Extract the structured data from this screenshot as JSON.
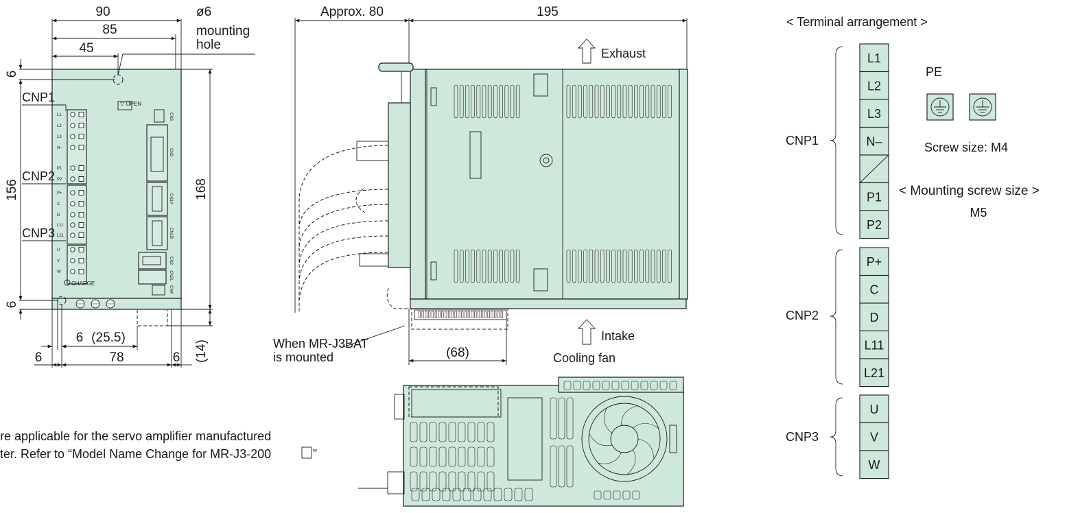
{
  "front_view": {
    "dim_width_90": "90",
    "dim_width_85": "85",
    "dim_width_45": "45",
    "dim_hole": "ø6",
    "dim_hole_2": "mounting",
    "dim_hole_3": "hole",
    "dim_height_156": "156",
    "dim_height_168": "168",
    "dim_top_6": "6",
    "dim_bottom_6": "6",
    "dim_bottom_left_6": "6",
    "dim_bottom_6b": "6",
    "dim_bottom_25_5": "(25.5)",
    "dim_bottom_78": "78",
    "dim_bottom_right_6": "6",
    "dim_bottom_14": "(14)",
    "cnp1": "CNP1",
    "cnp2": "CNP2",
    "cnp3": "CNP3",
    "open_label": "▽ OPEN",
    "charge_label": "CHARGE",
    "pins": [
      "L1",
      "L2",
      "L3",
      "N–",
      "P1",
      "P2",
      "P+",
      "C",
      "D",
      "L11",
      "L21",
      "U",
      "V",
      "W"
    ],
    "connectors": [
      "CN5",
      "CN3",
      "CN1A",
      "CN1B",
      "CN2",
      "CN2L",
      "CN4"
    ]
  },
  "side_view": {
    "dim_approx_80": "Approx. 80",
    "dim_195": "195",
    "exhaust": "Exhaust",
    "intake": "Intake",
    "cooling_fan": "Cooling fan",
    "dim_68": "(68)",
    "battery_note_1": "When MR-J3BAT",
    "battery_note_2": "is mounted"
  },
  "note": {
    "line1": "re applicable for the servo amplifier manufactured",
    "line2": "ter. Refer to “Model Name Change for MR-J3-200",
    "line2_end": "”"
  },
  "terminal": {
    "title": "< Terminal arrangement >",
    "groups": [
      {
        "name": "CNP1",
        "labels": [
          "L1",
          "L2",
          "L3",
          "N–",
          "",
          "P1",
          "P2"
        ]
      },
      {
        "name": "CNP2",
        "labels": [
          "P+",
          "C",
          "D",
          "L11",
          "L21"
        ]
      },
      {
        "name": "CNP3",
        "labels": [
          "U",
          "V",
          "W"
        ]
      }
    ],
    "pe_label": "PE",
    "screw_size": "Screw size: M4",
    "mounting_title": "< Mounting screw size >",
    "mounting_value": "M5"
  },
  "colors": {
    "body_fill": "#cfe8dc",
    "line": "#1a1a1a"
  }
}
